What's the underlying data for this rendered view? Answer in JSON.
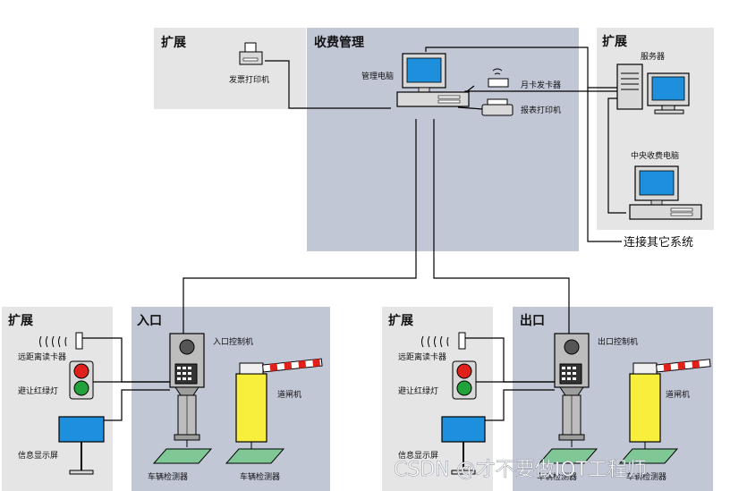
{
  "regions": {
    "ext_printer": "扩展",
    "toll_mgmt": "收费管理",
    "ext_server": "扩展",
    "ext_entry": "扩展",
    "entry": "入口",
    "ext_exit": "扩展",
    "exit": "出口"
  },
  "devices": {
    "invoice_printer": "发票打印机",
    "mgmt_pc": "管理电脑",
    "card_issuer": "月卡发卡器",
    "report_printer": "报表打印机",
    "server": "服务器",
    "central_pc": "中央收费电脑",
    "connect_other": "连接其它系统"
  },
  "entry_side": {
    "reader": "远距离读卡器",
    "traffic_light": "避让红绿灯",
    "display": "信息显示屏",
    "controller": "入口控制机",
    "barrier": "道闸机",
    "detector_left": "车辆检测器",
    "detector_right": "车辆检测器"
  },
  "exit_side": {
    "reader": "远距离读卡器",
    "traffic_light": "避让红绿灯",
    "display": "信息显示屏",
    "controller": "出口控制机",
    "barrier": "道闸机",
    "detector_left": "车辆检测器",
    "detector_right": "车辆检测器"
  },
  "watermark": "CSDN @才不要做IOT工程师",
  "colors": {
    "region_blue": "#c2c7d6",
    "region_gray": "#e5e5e5",
    "screen": "#1e8fdc",
    "barrier_yellow": "#f7ef3c",
    "detector_green": "#7fc896",
    "light_red": "#e0201b",
    "light_green": "#22a23a"
  }
}
